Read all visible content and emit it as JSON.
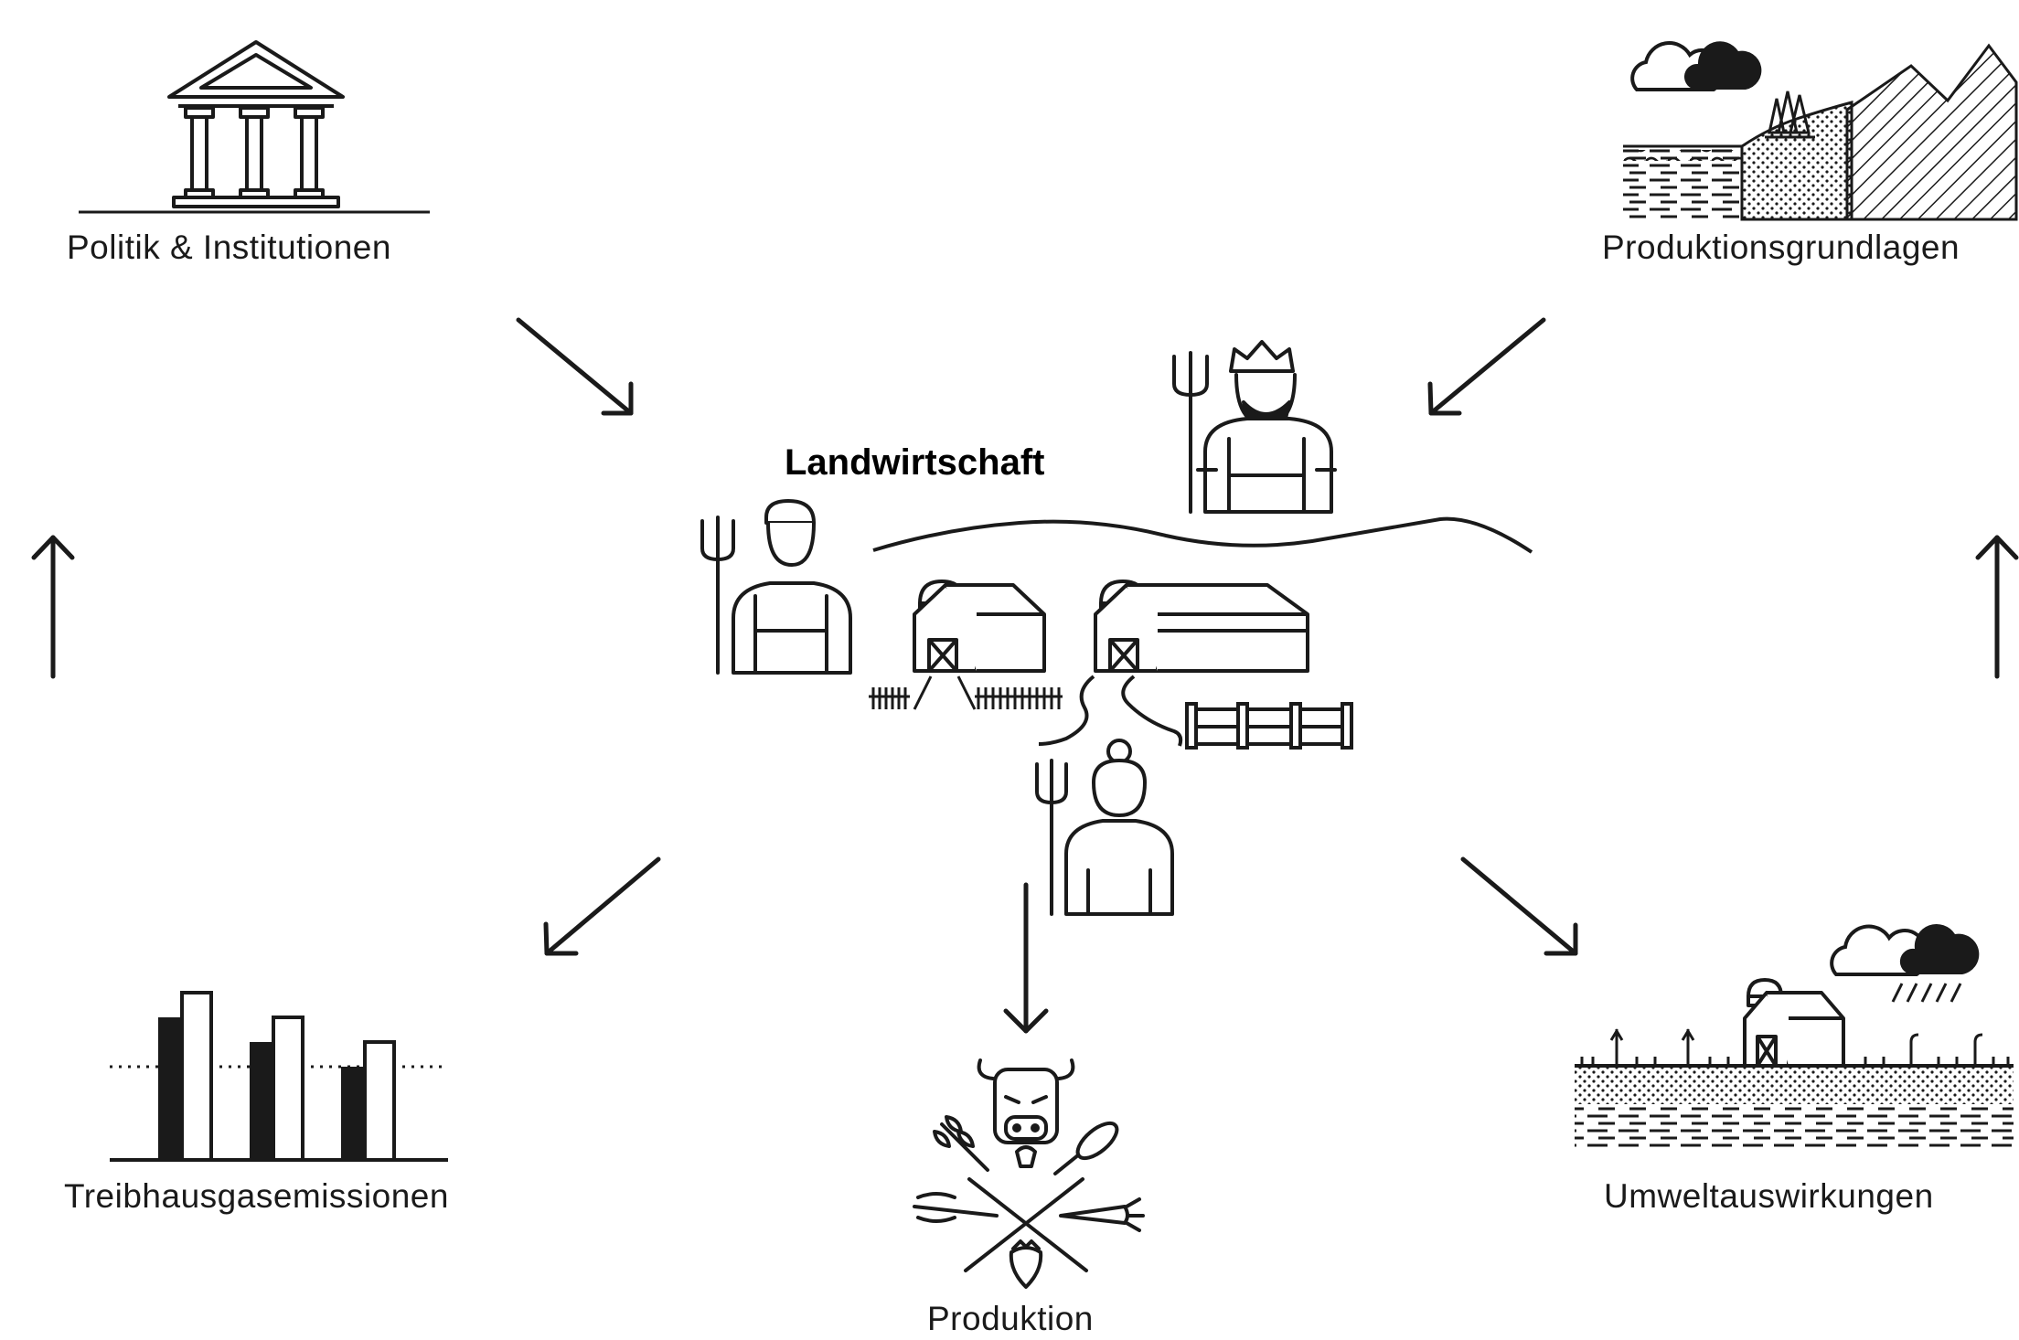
{
  "diagram": {
    "center": {
      "title": "Landwirtschaft",
      "icon": "farm-with-farmers-icon"
    },
    "nodes": [
      {
        "id": "politik",
        "label": "Politik & Institutionen",
        "icon": "institution-building-icon"
      },
      {
        "id": "grundlagen",
        "label": "Produktionsgrundlagen",
        "icon": "landscape-icon"
      },
      {
        "id": "emissionen",
        "label": "Treibhausgasemissionen",
        "icon": "bar-chart-icon"
      },
      {
        "id": "produktion",
        "label": "Produktion",
        "icon": "food-products-icon"
      },
      {
        "id": "umwelt",
        "label": "Umweltauswirkungen",
        "icon": "environment-impact-icon"
      }
    ],
    "arrows": [
      {
        "from": "politik",
        "to": "landwirtschaft"
      },
      {
        "from": "grundlagen",
        "to": "landwirtschaft"
      },
      {
        "from": "landwirtschaft",
        "to": "emissionen"
      },
      {
        "from": "landwirtschaft",
        "to": "produktion"
      },
      {
        "from": "landwirtschaft",
        "to": "umwelt"
      },
      {
        "from": "emissionen",
        "to": "politik"
      },
      {
        "from": "umwelt",
        "to": "grundlagen"
      }
    ],
    "colors": {
      "stroke": "#1a1a1a",
      "background": "#ffffff"
    }
  }
}
